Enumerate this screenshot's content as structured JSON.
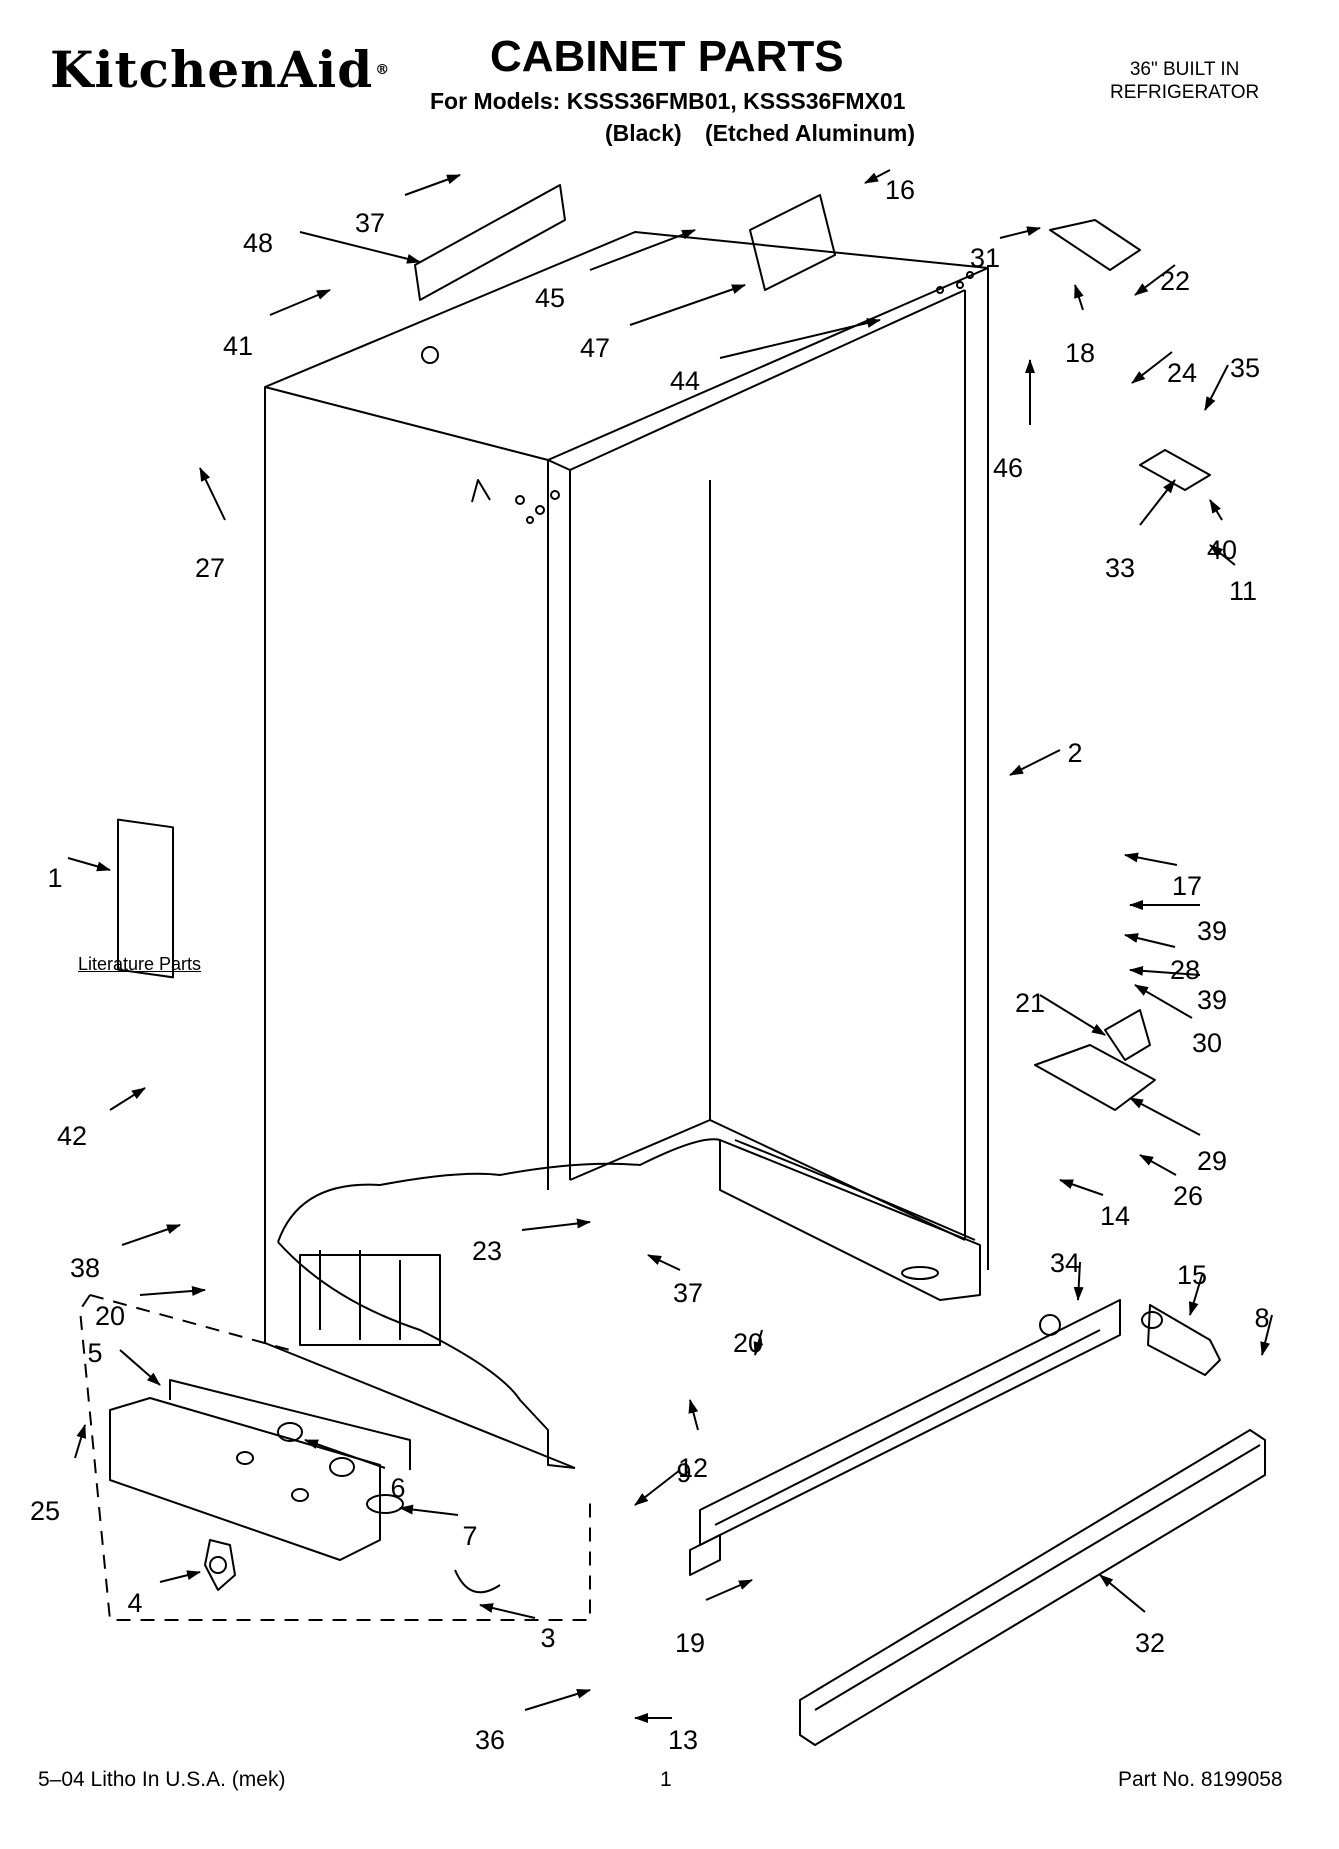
{
  "header": {
    "brand": "KitchenAid",
    "brand_mark": "®",
    "title": "CABINET PARTS",
    "models_line": "For Models: KSSS36FMB01, KSSS36FMX01",
    "variant_a": "(Black)",
    "variant_b": "(Etched Aluminum)",
    "product_type_line1": "36\" BUILT IN",
    "product_type_line2": "REFRIGERATOR"
  },
  "literature_label": "Literature Parts",
  "footer": {
    "litho": "5–04 Litho In U.S.A. (mek)",
    "page": "1",
    "part_no": "Part No. 8199058"
  },
  "callouts": [
    "1",
    "2",
    "3",
    "4",
    "5",
    "6",
    "7",
    "8",
    "9",
    "11",
    "12",
    "13",
    "14",
    "15",
    "16",
    "17",
    "18",
    "19",
    "20",
    "20",
    "21",
    "22",
    "23",
    "24",
    "25",
    "26",
    "27",
    "28",
    "29",
    "30",
    "31",
    "32",
    "33",
    "34",
    "35",
    "36",
    "37",
    "37",
    "38",
    "39",
    "39",
    "40",
    "41",
    "42",
    "44",
    "45",
    "46",
    "47",
    "48"
  ],
  "colors": {
    "ink": "#000000",
    "paper": "#ffffff"
  }
}
